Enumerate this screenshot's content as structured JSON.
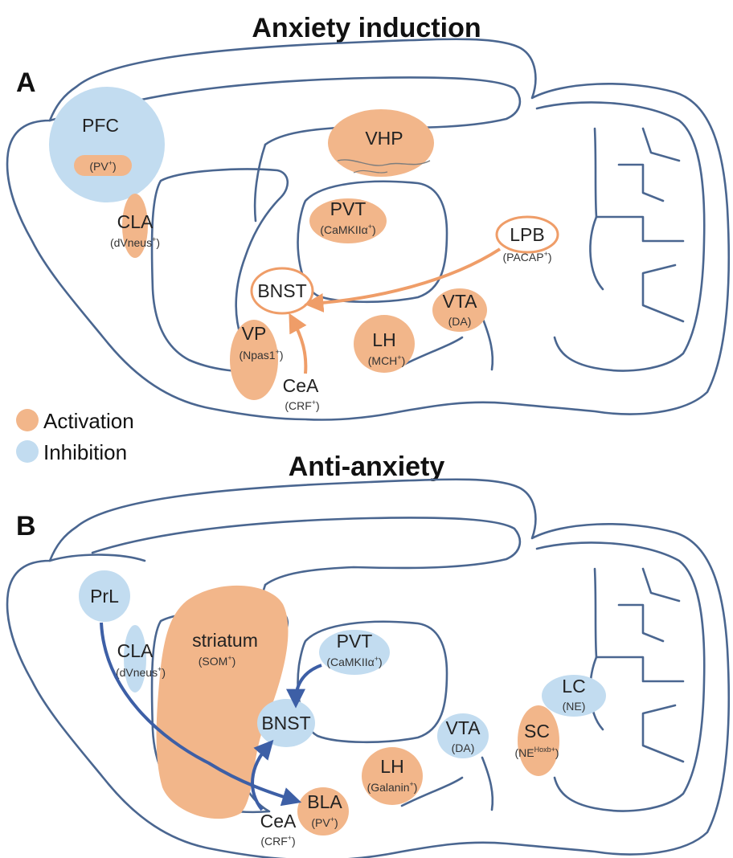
{
  "colors": {
    "activation": "#f2b68a",
    "inhibition": "#c2dcf0",
    "outline": "#4a6690",
    "arrow_activation": "#ef9d68",
    "arrow_inhibition": "#3d5fa6"
  },
  "panel_a": {
    "title": "Anxiety induction",
    "letter": "A",
    "regions": {
      "pfc": {
        "name": "PFC",
        "state": "inhibition"
      },
      "pfc_pv": {
        "base": "(PV",
        "sup": "+",
        "tail": ")",
        "state": "activation"
      },
      "cla": {
        "name": "CLA",
        "base": "(dVneus",
        "sup": "+",
        "tail": ")",
        "state": "activation"
      },
      "vhp": {
        "name": "VHP",
        "state": "activation"
      },
      "pvt": {
        "name": "PVT",
        "base": "(CaMKIIα",
        "sup": "+",
        "tail": ")",
        "state": "activation"
      },
      "lpb": {
        "name": "LPB",
        "base": "(PACAP",
        "sup": "+",
        "tail": ")",
        "state": "outline"
      },
      "bnst": {
        "name": "BNST",
        "state": "outline"
      },
      "vta": {
        "name": "VTA",
        "base": "(DA)",
        "sup": "",
        "tail": "",
        "state": "activation"
      },
      "vp": {
        "name": "VP",
        "base": "(Npas1",
        "sup": "+",
        "tail": ")",
        "state": "activation"
      },
      "lh": {
        "name": "LH",
        "base": "(MCH",
        "sup": "+",
        "tail": ")",
        "state": "activation"
      },
      "cea": {
        "name": "CeA",
        "base": "(CRF",
        "sup": "+",
        "tail": ")",
        "state": "none"
      }
    }
  },
  "legend": {
    "activation": "Activation",
    "inhibition": "Inhibition"
  },
  "panel_b": {
    "title": "Anti-anxiety",
    "letter": "B",
    "regions": {
      "prl": {
        "name": "PrL",
        "state": "inhibition"
      },
      "cla": {
        "name": "CLA",
        "base": "(dVneus",
        "sup": "+",
        "tail": ")",
        "state": "inhibition"
      },
      "striatum": {
        "name": "striatum",
        "base": "(SOM",
        "sup": "+",
        "tail": ")",
        "state": "activation"
      },
      "pvt": {
        "name": "PVT",
        "base": "(CaMKIIα",
        "sup": "+",
        "tail": ")",
        "state": "inhibition"
      },
      "bnst": {
        "name": "BNST",
        "state": "inhibition"
      },
      "lc": {
        "name": "LC",
        "base": "(NE)",
        "sup": "",
        "tail": "",
        "state": "inhibition"
      },
      "sc": {
        "name": "SC",
        "base": "(NE",
        "sup": "Hoxb+",
        "tail": ")",
        "state": "activation"
      },
      "vta": {
        "name": "VTA",
        "base": "(DA)",
        "sup": "",
        "tail": "",
        "state": "inhibition"
      },
      "lh": {
        "name": "LH",
        "base": "(Galanin",
        "sup": "+",
        "tail": ")",
        "state": "activation"
      },
      "bla": {
        "name": "BLA",
        "base": "(PV",
        "sup": "+",
        "tail": ")",
        "state": "activation"
      },
      "cea": {
        "name": "CeA",
        "base": "(CRF",
        "sup": "+",
        "tail": ")",
        "state": "none"
      }
    }
  }
}
